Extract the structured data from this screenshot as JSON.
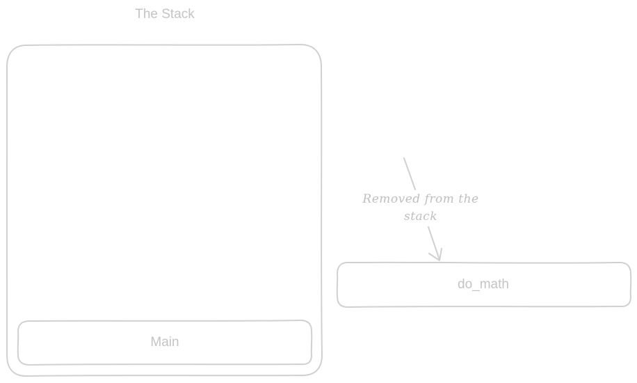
{
  "diagram": {
    "title": "The Stack",
    "stack_frames": [
      {
        "label": "Main"
      }
    ],
    "removed_frame": {
      "label": "do_math"
    },
    "annotation": {
      "line1": "Removed from the",
      "line2": "stack"
    },
    "stroke_color": "#d0d0d0",
    "text_color": "#c4c4c4"
  }
}
